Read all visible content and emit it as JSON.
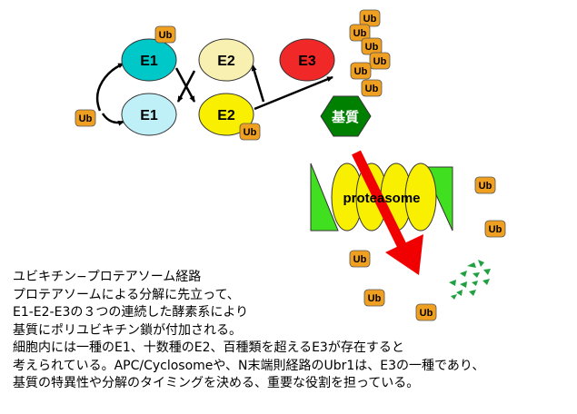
{
  "enzymes": {
    "e1_top": "E1",
    "e1_bottom": "E1",
    "e2_top": "E2",
    "e2_bottom": "E2",
    "e3": "E3"
  },
  "substrate": "基質",
  "proteasome": "proteasome",
  "ubiquitin": "Ub",
  "description": [
    "ユビキチン−プロテアソーム経路",
    "プロテアソームによる分解に先立って、",
    "E1-E2-E3の３つの連続した酵素系により",
    "基質にポリユビキチン鎖が付加される。",
    "細胞内には一種のE1、十数種のE2、百種類を超えるE3が存在すると",
    "考えられている。APC/Cyclosomeや、N末端則経路のUbr1は、E3の一種であり、",
    "基質の特異性や分解のタイミングを決める、重要な役割を担っている。"
  ],
  "colors": {
    "e1_top": "#00c8c8",
    "e1_bottom": "#bff0f8",
    "e2_top": "#f8f0b0",
    "e2_bottom": "#f8f000",
    "e3": "#f02828",
    "substrate": "#008000",
    "proteasome_cap": "#40e020",
    "proteasome_ring": "#f8f000",
    "ubiquitin": "#f0a020",
    "degradation_arrow": "#f00000",
    "peptides": "#20a040"
  }
}
